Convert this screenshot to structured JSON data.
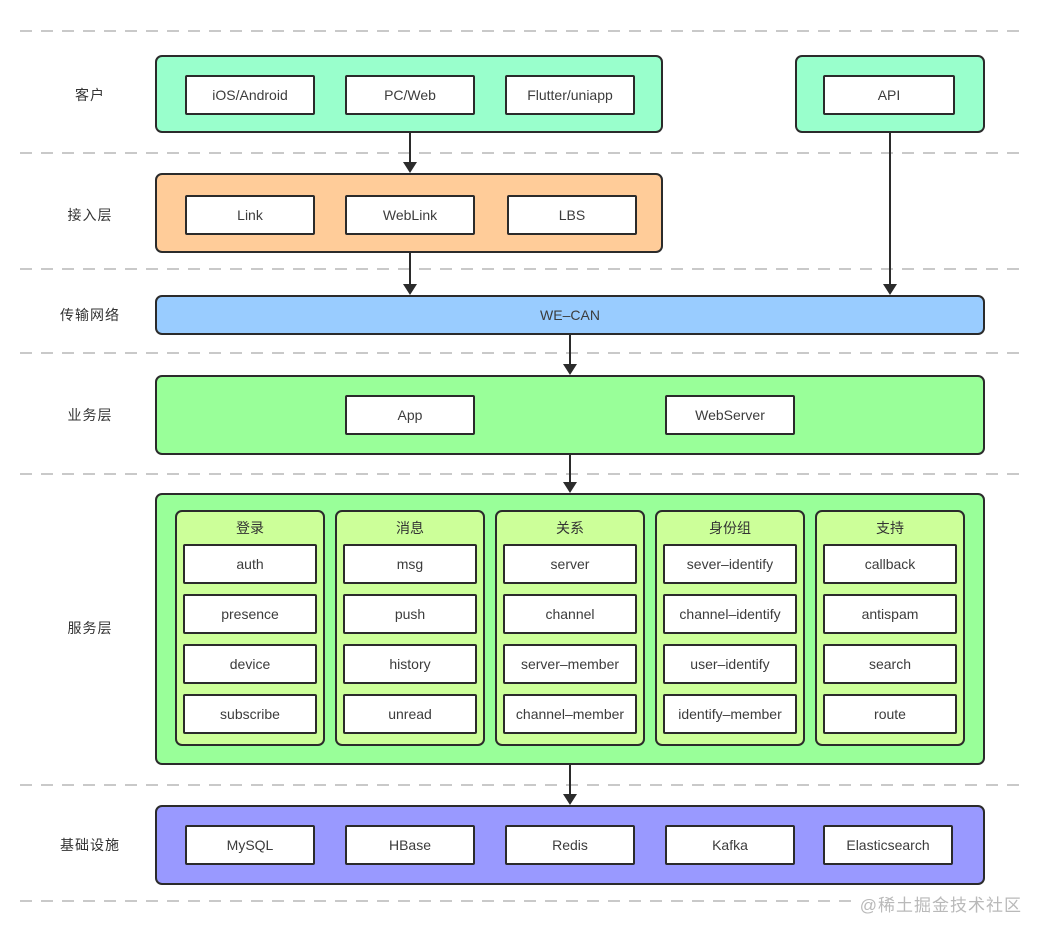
{
  "layers": {
    "client": {
      "label": "客户",
      "nodes": [
        "iOS/Android",
        "PC/Web",
        "Flutter/uniapp"
      ],
      "api_node": "API"
    },
    "access": {
      "label": "接入层",
      "nodes": [
        "Link",
        "WebLink",
        "LBS"
      ]
    },
    "transport": {
      "label": "传输网络",
      "node": "WE–CAN"
    },
    "business": {
      "label": "业务层",
      "nodes": [
        "App",
        "WebServer"
      ]
    },
    "service": {
      "label": "服务层",
      "groups": [
        {
          "title": "登录",
          "items": [
            "auth",
            "presence",
            "device",
            "subscribe"
          ]
        },
        {
          "title": "消息",
          "items": [
            "msg",
            "push",
            "history",
            "unread"
          ]
        },
        {
          "title": "关系",
          "items": [
            "server",
            "channel",
            "server–member",
            "channel–member"
          ]
        },
        {
          "title": "身份组",
          "items": [
            "sever–identify",
            "channel–identify",
            "user–identify",
            "identify–member"
          ]
        },
        {
          "title": "支持",
          "items": [
            "callback",
            "antispam",
            "search",
            "route"
          ]
        }
      ]
    },
    "infrastructure": {
      "label": "基础设施",
      "nodes": [
        "MySQL",
        "HBase",
        "Redis",
        "Kafka",
        "Elasticsearch"
      ]
    }
  },
  "watermark": "@稀土掘金技术社区",
  "colors": {
    "client_bg": "#99ffcc",
    "access_bg": "#ffcc99",
    "transport_bg": "#99ccff",
    "business_bg": "#99ff99",
    "service_group_bg": "#ccff99",
    "infrastructure_bg": "#9999ff",
    "node_bg": "#ffffff",
    "border": "#2b2b2b",
    "separator": "#c9c9c9",
    "text": "#3c3c3c",
    "watermark": "#b9b9b9"
  }
}
